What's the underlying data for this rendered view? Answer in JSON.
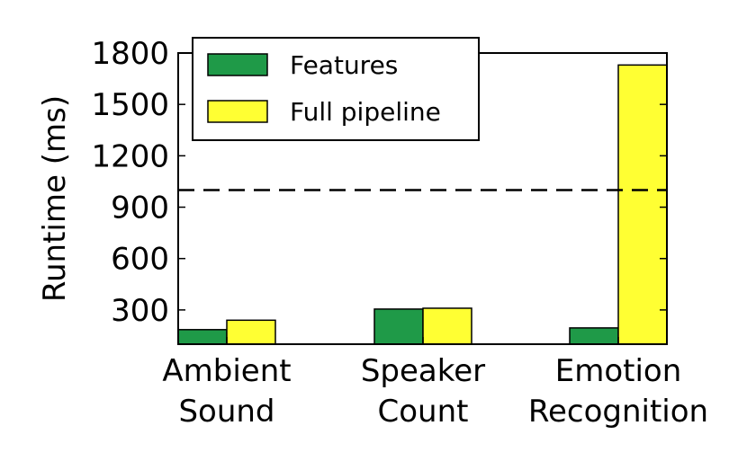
{
  "chart_data": {
    "type": "bar",
    "categories": [
      [
        "Ambient",
        "Sound"
      ],
      [
        "Speaker",
        "Count"
      ],
      [
        "Emotion",
        "Recognition"
      ]
    ],
    "series": [
      {
        "name": "Features",
        "values": [
          185,
          305,
          195
        ],
        "color": "#1f9a48"
      },
      {
        "name": "Full pipeline",
        "values": [
          240,
          310,
          1730
        ],
        "color": "#ffff33"
      }
    ],
    "ylabel": "Runtime (ms)",
    "ylim": [
      100,
      1800
    ],
    "yticks": [
      300,
      600,
      900,
      1200,
      1500,
      1800
    ],
    "reference_line": {
      "value": 1000,
      "style": "dashed"
    },
    "grid": false,
    "legend_position": "top-left"
  }
}
